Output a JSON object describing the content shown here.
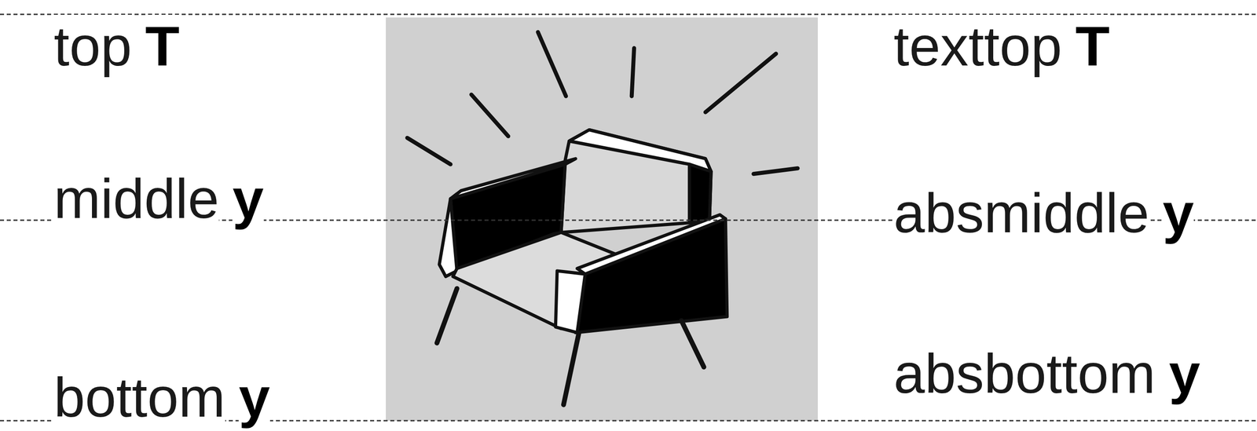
{
  "diagram": {
    "labels": [
      "top",
      "T",
      "texttop",
      "T",
      "middle",
      "y",
      "absmiddle",
      "y",
      "bottom",
      "y",
      "absbottom",
      "y"
    ]
  }
}
